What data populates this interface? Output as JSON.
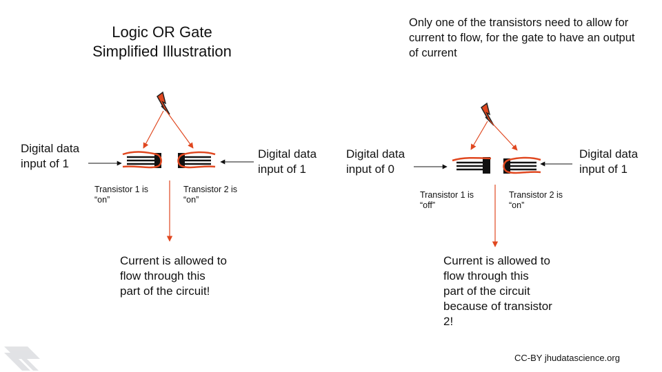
{
  "title": "Logic OR Gate\nSimplified Illustration",
  "note": "Only one of the transistors need to allow for current to flow, for the gate to have an output of current",
  "left": {
    "input_left": "Digital data\ninput of 1",
    "input_right": "Digital data\ninput of 1",
    "transistor1": "Transistor 1 is\n“on”",
    "transistor2": "Transistor 2 is\n“on”",
    "result": "Current is allowed to\nflow through this\npart of the circuit!"
  },
  "right": {
    "input_left": "Digital data\ninput of 0",
    "input_right": "Digital data\ninput of 1",
    "transistor1": "Transistor 1 is\n“off”",
    "transistor2": "Transistor 2 is\n“on”",
    "result": "Current is allowed to\nflow through this\npart of the circuit\nbecause of transistor\n2!"
  },
  "credit": "CC-BY jhudatascience.org",
  "colors": {
    "accent": "#e0471f",
    "wire": "#111111"
  },
  "icons": [
    "lightning-bolt-icon",
    "watermark-logo-icon"
  ]
}
